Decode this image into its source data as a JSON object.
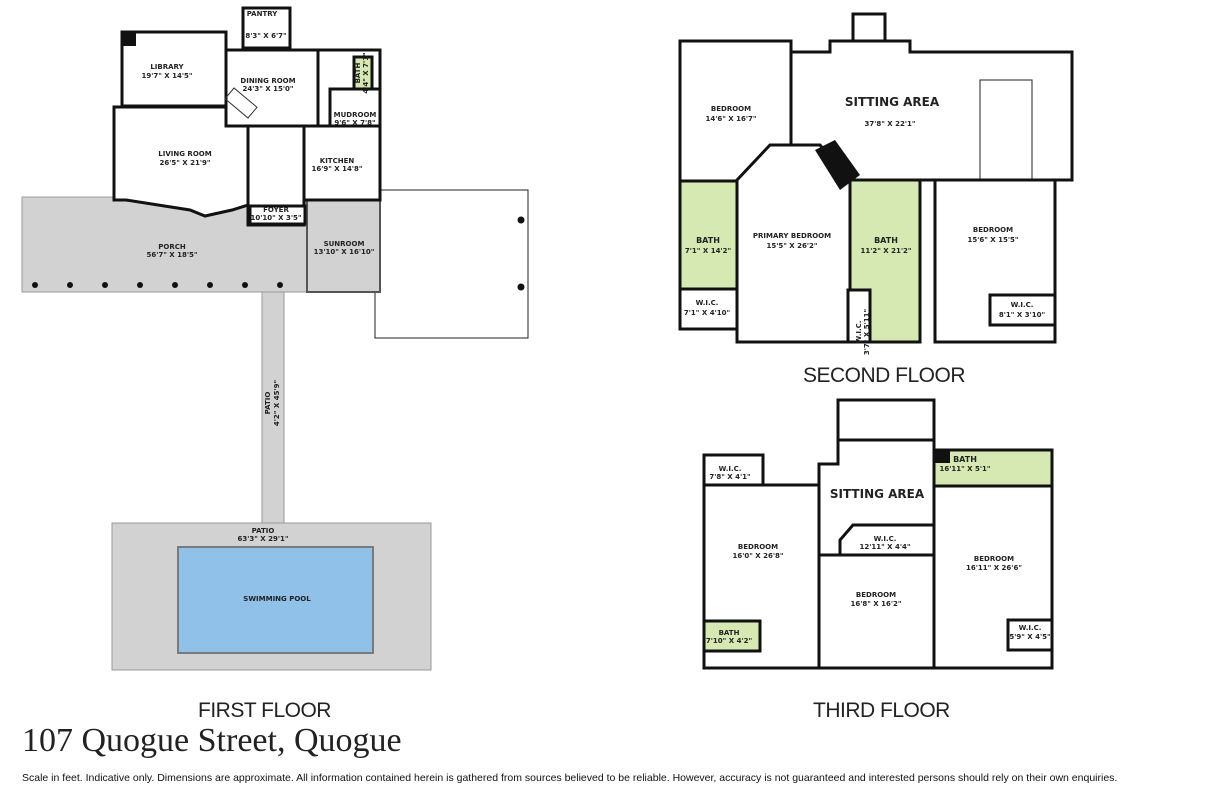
{
  "address": "107 Quogue Street, Quogue",
  "disclaimer": "Scale in feet. Indicative only. Dimensions are approximate. All information contained herein is gathered from sources believed to be reliable. However, accuracy is not guaranteed and interested persons should rely on their own enquiries.",
  "colors": {
    "bath": "#d7e9b3",
    "exterior": "#d2d2d2",
    "pool": "#8fc1e9"
  },
  "first_floor": {
    "title": "FIRST FLOOR",
    "rooms": [
      {
        "name": "PANTRY",
        "dim": "8'3\" X 6'7\""
      },
      {
        "name": "LIBRARY",
        "dim": "19'7\" X 14'5\""
      },
      {
        "name": "DINING ROOM",
        "dim": "24'3\" X 15'0\""
      },
      {
        "name": "BATH",
        "dim": "4'4\" X 7'1\""
      },
      {
        "name": "MUDROOM",
        "dim": "9'6\" X 7'8\""
      },
      {
        "name": "LIVING ROOM",
        "dim": "26'5\" X 21'9\""
      },
      {
        "name": "KITCHEN",
        "dim": "16'9\" X 14'8\""
      },
      {
        "name": "FOYER",
        "dim": "10'10\" X 3'5\""
      },
      {
        "name": "PORCH",
        "dim": "56'7\" X 18'5\""
      },
      {
        "name": "SUNROOM",
        "dim": "13'10\" X 16'10\""
      },
      {
        "name": "PATIO",
        "dim": "4'2\" X 45'9\""
      },
      {
        "name": "PATIO",
        "dim": "63'3\" X 29'1\""
      },
      {
        "name": "SWIMMING POOL",
        "dim": ""
      }
    ]
  },
  "second_floor": {
    "title": "SECOND FLOOR",
    "rooms": [
      {
        "name": "BEDROOM",
        "dim": "14'6\" X 16'7\""
      },
      {
        "name": "SITTING AREA",
        "dim": "37'8\" X 22'1\""
      },
      {
        "name": "BATH",
        "dim": "7'1\" X 14'2\""
      },
      {
        "name": "PRIMARY BEDROOM",
        "dim": "15'5\" X 26'2\""
      },
      {
        "name": "BATH",
        "dim": "11'2\" X 21'2\""
      },
      {
        "name": "BEDROOM",
        "dim": "15'6\" X 15'5\""
      },
      {
        "name": "W.I.C.",
        "dim": "7'1\" X 4'10\""
      },
      {
        "name": "W.I.C.",
        "dim": "3'7\" X 5'11\""
      },
      {
        "name": "W.I.C.",
        "dim": "8'1\" X 3'10\""
      }
    ]
  },
  "third_floor": {
    "title": "THIRD FLOOR",
    "rooms": [
      {
        "name": "W.I.C.",
        "dim": "7'8\" X 4'1\""
      },
      {
        "name": "SITTING AREA",
        "dim": ""
      },
      {
        "name": "BATH",
        "dim": "16'11\" X 5'1\""
      },
      {
        "name": "BEDROOM",
        "dim": "16'0\" X 26'8\""
      },
      {
        "name": "W.I.C.",
        "dim": "12'11\" X 4'4\""
      },
      {
        "name": "BEDROOM",
        "dim": "16'11\" X 26'6\""
      },
      {
        "name": "BEDROOM",
        "dim": "16'8\" X 16'2\""
      },
      {
        "name": "BATH",
        "dim": "7'10\" X 4'2\""
      },
      {
        "name": "W.I.C.",
        "dim": "5'9\" X 4'5\""
      }
    ]
  }
}
